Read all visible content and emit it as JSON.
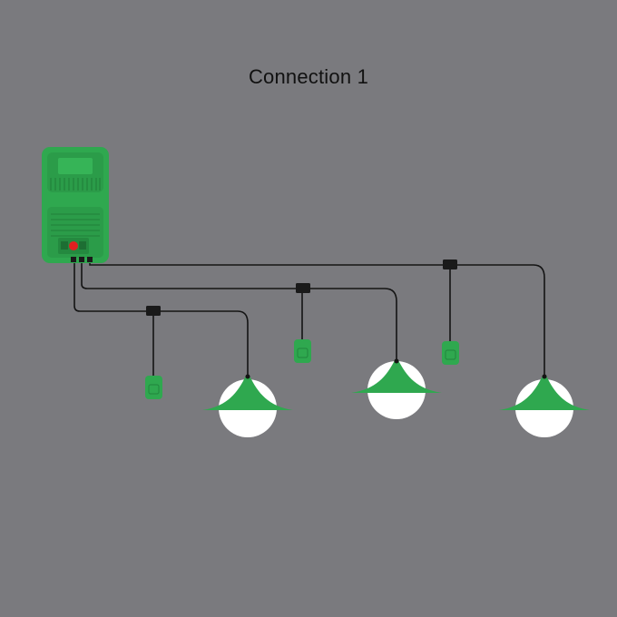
{
  "title": "Connection 1",
  "colors": {
    "background": "#7a7a7e",
    "green": "#2fa84f",
    "green_dark": "#248a40",
    "cable": "#141414",
    "bulb": "#ffffff",
    "indicator": "#e02020"
  },
  "components": {
    "power_unit": "solar-battery-box",
    "lamps": [
      "lamp-1",
      "lamp-2",
      "lamp-3"
    ],
    "switches": [
      "switch-1",
      "switch-2",
      "switch-3"
    ],
    "connectors": [
      "connector-1",
      "connector-2",
      "connector-3"
    ]
  }
}
